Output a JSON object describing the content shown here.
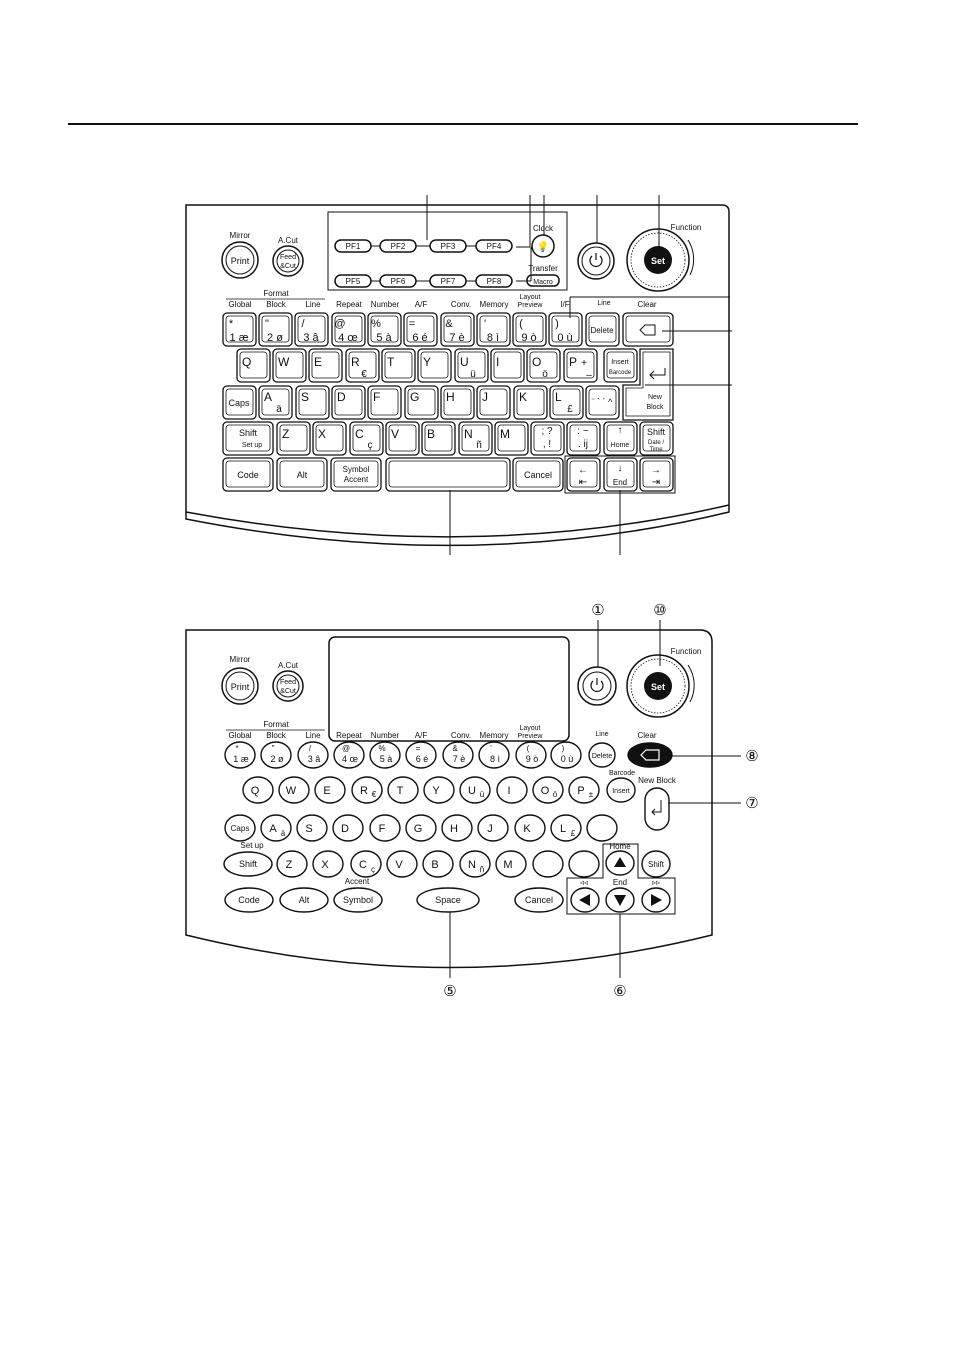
{
  "top": {
    "mirror": "Mirror",
    "print": "Print",
    "acut": "A.Cut",
    "feed": "Feed",
    "feed_cut": "&Cut",
    "pf": [
      "PF1",
      "PF2",
      "PF3",
      "PF4",
      "PF5",
      "PF6",
      "PF7",
      "PF8"
    ],
    "clock": "Clock",
    "transfer": "Transfer",
    "macro": "Macro",
    "function": "Function",
    "set": "Set",
    "format": "Format",
    "global": "Global",
    "block": "Block",
    "line": "Line",
    "repeat": "Repeat",
    "number": "Number",
    "af": "A/F",
    "conv": "Conv.",
    "memory": "Memory",
    "layout": "Layout",
    "preview": "Preview",
    "if": "I/F",
    "line_sym": "Line",
    "clear": "Clear",
    "num_keys": [
      {
        "top": "*",
        "bot": "1 æ"
      },
      {
        "top": "\"",
        "bot": "2 ø"
      },
      {
        "top": "/",
        "bot": "3 â"
      },
      {
        "top": "@",
        "bot": "4 œ"
      },
      {
        "top": "%",
        "bot": "5 à"
      },
      {
        "top": "=",
        "bot": "6 é"
      },
      {
        "top": "&",
        "bot": "7 è"
      },
      {
        "top": "'",
        "bot": "8 ì"
      },
      {
        "top": "(",
        "bot": "9 ò"
      },
      {
        "top": ")",
        "bot": "0 ù"
      }
    ],
    "delete": "Delete",
    "row2": [
      {
        "m": "Q",
        "s": ""
      },
      {
        "m": "W",
        "s": ""
      },
      {
        "m": "E",
        "s": ""
      },
      {
        "m": "R",
        "s": "€"
      },
      {
        "m": "T",
        "s": ""
      },
      {
        "m": "Y",
        "s": ""
      },
      {
        "m": "U",
        "s": "ü"
      },
      {
        "m": "I",
        "s": ""
      },
      {
        "m": "O",
        "s": "ö"
      },
      {
        "m": "P",
        "s": "+"
      }
    ],
    "p_minus": "–",
    "insert": "Insert",
    "barcode": "Barcode",
    "caps": "Caps",
    "row3": [
      {
        "m": "A",
        "s": "ä"
      },
      {
        "m": "S",
        "s": ""
      },
      {
        "m": "D",
        "s": ""
      },
      {
        "m": "F",
        "s": ""
      },
      {
        "m": "G",
        "s": ""
      },
      {
        "m": "H",
        "s": ""
      },
      {
        "m": "J",
        "s": ""
      },
      {
        "m": "K",
        "s": ""
      },
      {
        "m": "L",
        "s": "£"
      }
    ],
    "dots": "¨ ` ´ ^",
    "new": "New",
    "blockk": "Block",
    "shift": "Shift",
    "setup": "Set up",
    "row4": [
      {
        "m": "Z",
        "s": ""
      },
      {
        "m": "X",
        "s": ""
      },
      {
        "m": "C",
        "s": "ç"
      },
      {
        "m": "V",
        "s": ""
      },
      {
        "m": "B",
        "s": ""
      },
      {
        "m": "N",
        "s": "ñ"
      },
      {
        "m": "M",
        "s": ""
      }
    ],
    "semi": "; ?",
    "comma": ", !",
    "colon": ": ~",
    "ij": ". ij",
    "home": "Home",
    "date": "Date /",
    "time": "Time",
    "code": "Code",
    "alt": "Alt",
    "symbol": "Symbol",
    "accent": "Accent",
    "cancel": "Cancel",
    "end": "End"
  },
  "bottom": {
    "mirror": "Mirror",
    "print": "Print",
    "acut": "A.Cut",
    "feed": "Feed",
    "feed_cut": "&Cut",
    "function": "Function",
    "set": "Set",
    "format": "Format",
    "global": "Global",
    "block": "Block",
    "line": "Line",
    "repeat": "Repeat",
    "number": "Number",
    "af": "A/F",
    "conv": "Conv.",
    "memory": "Memory",
    "layout": "Layout",
    "preview": "Preview",
    "line_sym": "Line",
    "clear": "Clear",
    "num_keys": [
      {
        "top": "*",
        "bot": "1 æ"
      },
      {
        "top": "\"",
        "bot": "2 ø"
      },
      {
        "top": "/",
        "bot": "3 â"
      },
      {
        "top": "@",
        "bot": "4 œ"
      },
      {
        "top": "%",
        "bot": "5 à"
      },
      {
        "top": "=",
        "bot": "6 é"
      },
      {
        "top": "&",
        "bot": "7 è"
      },
      {
        "top": "'",
        "bot": "8 ì"
      },
      {
        "top": "(",
        "bot": "9 ò"
      },
      {
        "top": ")",
        "bot": "0 ù"
      }
    ],
    "delete": "Delete",
    "barcode": "Barcode",
    "insert": "Insert",
    "new_block": "New Block",
    "row2": [
      "Q",
      "W",
      "E",
      "R",
      "T",
      "Y",
      "U",
      "I",
      "O",
      "P"
    ],
    "row2_sub": [
      "",
      "",
      "",
      "€",
      "",
      "",
      "ü",
      "",
      "ö",
      "±"
    ],
    "caps": "Caps",
    "row3": [
      "A",
      "S",
      "D",
      "F",
      "G",
      "H",
      "J",
      "K",
      "L"
    ],
    "row3_sub": [
      "ä",
      "",
      "",
      "",
      "",
      "",
      "",
      "",
      "£"
    ],
    "setup": "Set up",
    "shift": "Shift",
    "row4": [
      "Z",
      "X",
      "C",
      "V",
      "B",
      "N",
      "M"
    ],
    "row4_sub": [
      "",
      "",
      "ç",
      "",
      "",
      "ñ",
      ""
    ],
    "home": "Home",
    "end": "End",
    "rew": "◃◃",
    "ff": "▹▹",
    "accent": "Accent",
    "code": "Code",
    "alt": "Alt",
    "symbol": "Symbol",
    "space": "Space",
    "cancel": "Cancel",
    "callouts": [
      "①",
      "⑩",
      "⑧",
      "⑦",
      "⑤",
      "⑥"
    ]
  }
}
